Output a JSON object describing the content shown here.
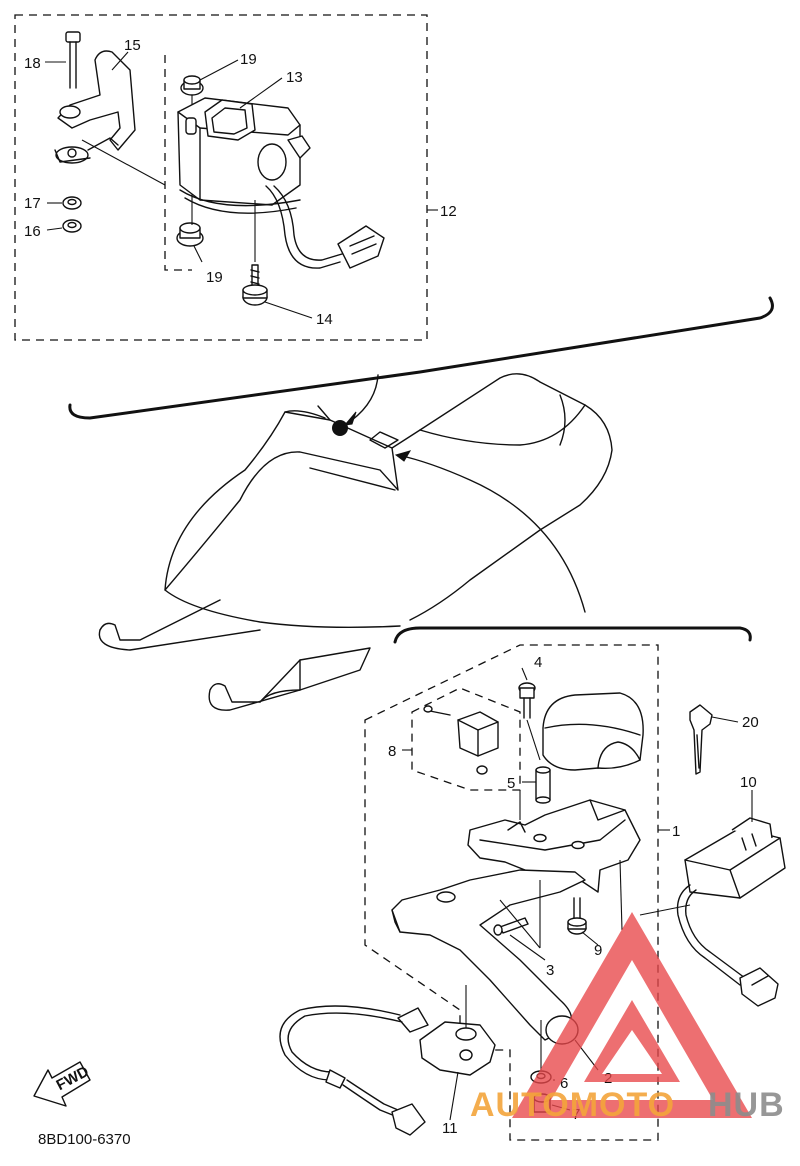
{
  "diagram_code": "8BD100-6370",
  "fwd_label": "FWD",
  "callouts": [
    {
      "id": "c18",
      "text": "18"
    },
    {
      "id": "c15",
      "text": "15"
    },
    {
      "id": "c19a",
      "text": "19"
    },
    {
      "id": "c13",
      "text": "13"
    },
    {
      "id": "c17",
      "text": "17"
    },
    {
      "id": "c16",
      "text": "16"
    },
    {
      "id": "c12",
      "text": "12"
    },
    {
      "id": "c19b",
      "text": "19"
    },
    {
      "id": "c14",
      "text": "14"
    },
    {
      "id": "c4",
      "text": "4"
    },
    {
      "id": "c20",
      "text": "20"
    },
    {
      "id": "c8",
      "text": "8"
    },
    {
      "id": "c5",
      "text": "5"
    },
    {
      "id": "c10",
      "text": "10"
    },
    {
      "id": "c1",
      "text": "1"
    },
    {
      "id": "c9",
      "text": "9"
    },
    {
      "id": "c3",
      "text": "3"
    },
    {
      "id": "c2",
      "text": "2"
    },
    {
      "id": "c6",
      "text": "6"
    },
    {
      "id": "c7",
      "text": "7"
    },
    {
      "id": "c11",
      "text": "11"
    }
  ],
  "watermark": {
    "text_orange": "AUTOMOTO",
    "text_gray": "HUB",
    "color_triangle": "#e8474a",
    "color_orange": "#f3a43b",
    "color_gray": "#8c8c8c"
  }
}
